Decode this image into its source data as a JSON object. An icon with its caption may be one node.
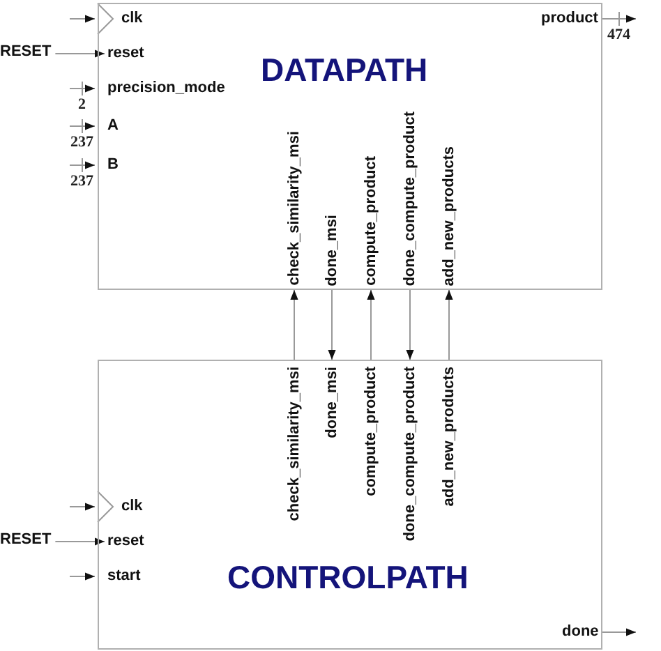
{
  "diagram": {
    "nodes": [
      {
        "text": [
          "DATAPATH"
        ]
      },
      {
        "text": [
          "clk"
        ],
        "in": 0
      },
      {
        "text": [
          "reset"
        ],
        "in": 0
      },
      {
        "text": [
          "precision_mode"
        ],
        "in": 0
      },
      {
        "text": [
          "A"
        ],
        "in": 0
      },
      {
        "text": [
          "B"
        ],
        "in": 0
      },
      {
        "text": [
          "product"
        ],
        "in": 0
      },
      {
        "text": [
          "check_similarity_msi"
        ],
        "in": 0
      },
      {
        "text": [
          "done_msi"
        ],
        "in": 0
      },
      {
        "text": [
          "compute_product"
        ],
        "in": 0
      },
      {
        "text": [
          "done_compute_product"
        ],
        "in": 0
      },
      {
        "text": [
          "add_new_products"
        ],
        "in": 0
      },
      {
        "text": [
          "RESET"
        ]
      },
      {
        "text": [
          "CONTROLPATH"
        ]
      },
      {
        "text": [
          "clk"
        ],
        "in": 13
      },
      {
        "text": [
          "reset"
        ],
        "in": 13
      },
      {
        "text": [
          "start"
        ],
        "in": 13
      },
      {
        "text": [
          "done"
        ],
        "in": 13
      },
      {
        "text": [
          "check_similarity_msi"
        ],
        "in": 13
      },
      {
        "text": [
          "done_msi"
        ],
        "in": 13
      },
      {
        "text": [
          "compute_product"
        ],
        "in": 13
      },
      {
        "text": [
          "done_compute_product"
        ],
        "in": 13
      },
      {
        "text": [
          "add_new_products"
        ],
        "in": 13
      },
      {
        "text": [
          "RESET"
        ]
      }
    ],
    "edges": [
      {
        "from": null,
        "to": 1,
        "arrow": "to"
      },
      {
        "from": 12,
        "to": 2,
        "arrow": "to"
      },
      {
        "from": null,
        "to": 3,
        "arrow": "to",
        "label": "2"
      },
      {
        "from": null,
        "to": 4,
        "arrow": "to",
        "label": "237"
      },
      {
        "from": null,
        "to": 5,
        "arrow": "to",
        "label": "237"
      },
      {
        "from": 6,
        "to": null,
        "arrow": "to",
        "label": "474"
      },
      {
        "from": 18,
        "to": 7,
        "arrow": "to"
      },
      {
        "from": 8,
        "to": 19,
        "arrow": "to"
      },
      {
        "from": 20,
        "to": 9,
        "arrow": "to"
      },
      {
        "from": 10,
        "to": 21,
        "arrow": "to"
      },
      {
        "from": 22,
        "to": 11,
        "arrow": "to"
      },
      {
        "from": null,
        "to": 14,
        "arrow": "to"
      },
      {
        "from": 23,
        "to": 15,
        "arrow": "to"
      },
      {
        "from": null,
        "to": 16,
        "arrow": "to"
      },
      {
        "from": 17,
        "to": null,
        "arrow": "to"
      }
    ]
  }
}
